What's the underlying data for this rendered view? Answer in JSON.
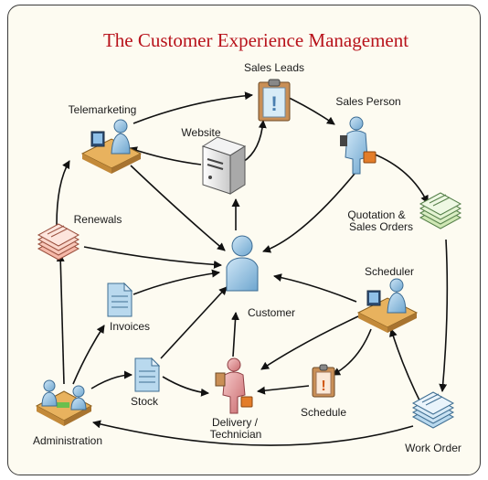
{
  "title": "The Customer Experience Management",
  "nodes": {
    "sales_leads": "Sales Leads",
    "telemarketing": "Telemarketing",
    "website": "Website",
    "sales_person": "Sales Person",
    "quotation_line1": "Quotation &",
    "quotation_line2": "Sales Orders",
    "renewals": "Renewals",
    "customer": "Customer",
    "scheduler": "Scheduler",
    "invoices": "Invoices",
    "stock": "Stock",
    "delivery_line1": "Delivery /",
    "delivery_line2": "Technician",
    "schedule": "Schedule",
    "administration": "Administration",
    "work_order": "Work Order"
  },
  "icons": {
    "sales_leads": "clipboard-exclamation-icon",
    "telemarketing": "desk-worker-icon",
    "website": "server-tower-icon",
    "sales_person": "salesperson-briefcase-icon",
    "quotation": "document-stack-icon",
    "renewals": "document-stack-icon",
    "customer": "customer-person-icon",
    "scheduler": "desk-worker-icon",
    "invoices": "document-icon",
    "stock": "document-icon",
    "delivery": "technician-icon",
    "schedule": "clipboard-exclamation-icon",
    "administration": "desk-workers-icon",
    "work_order": "document-stack-icon"
  },
  "colors": {
    "title": "#b8121b",
    "background": "#fdfbf1",
    "person_blue": "#9cc8e6",
    "person_red": "#e4999c",
    "desk": "#e8b25e",
    "doc_green": "#cfe7b4",
    "doc_red": "#f5b8a8",
    "doc_blue": "#b9d9ee",
    "clipboard": "#c98f56"
  }
}
